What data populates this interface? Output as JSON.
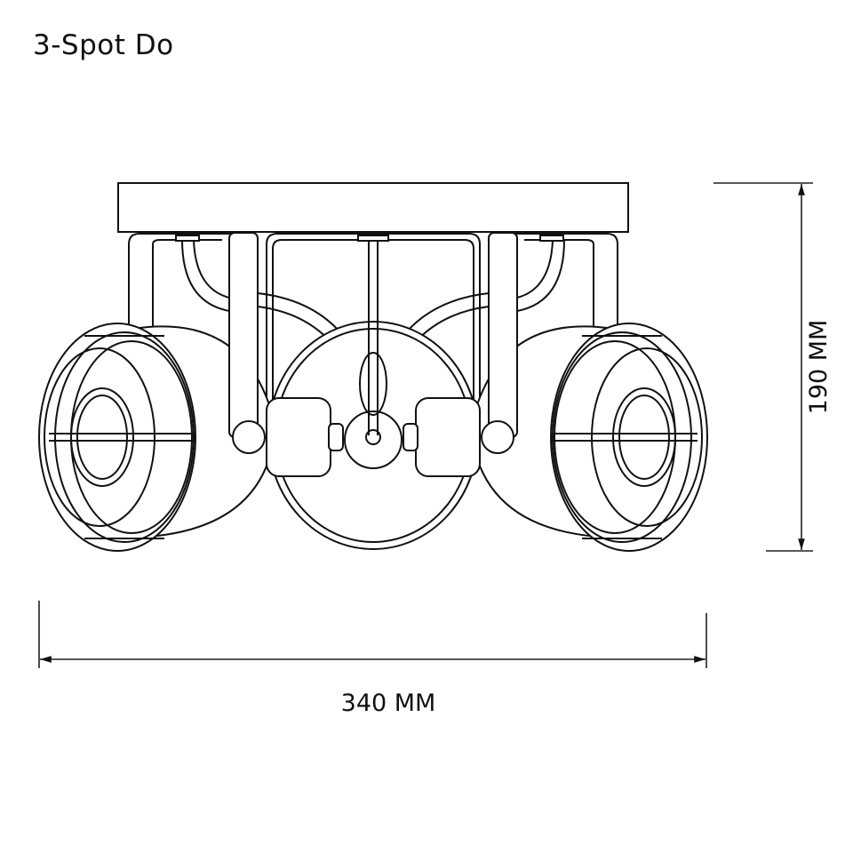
{
  "title": "3-Spot Do",
  "dimensions": {
    "height_label": "190 MM",
    "width_label": "340 MM"
  },
  "colors": {
    "line": "#111111",
    "background": "#ffffff"
  }
}
